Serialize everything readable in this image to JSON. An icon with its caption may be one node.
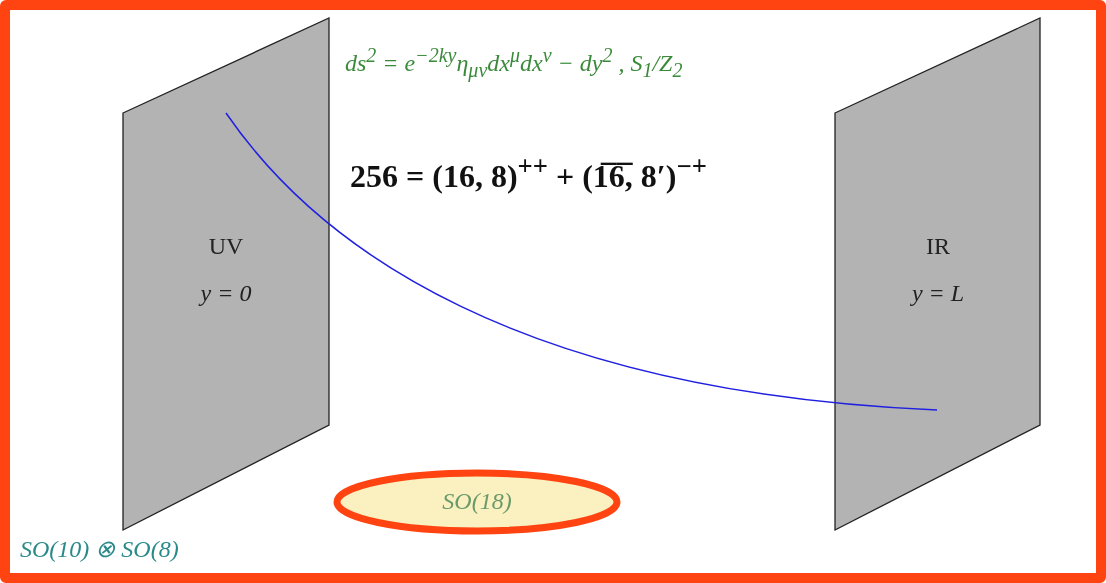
{
  "diagram": {
    "nodes": [
      {
        "text": [
          "UV",
          "y = 0"
        ]
      },
      {
        "text": [
          "IR",
          "y = L"
        ]
      },
      {
        "text": [
          "SO(18)"
        ]
      }
    ],
    "edges": [
      {
        "from": 0,
        "to": 1,
        "arrow": "none"
      }
    ],
    "labels": [
      "ds$^{2}$ = e$^{−2ky}$η$_{μν}$dx$^{μ}$dx$^{ν}$ − dy$^{2}$ ,    S$_{1}$/Z$_{2}$",
      "256 = (16, 8)$^{++}$ + (1̅6̅, 8′)$^{−+}$",
      "SO(10) ⊗ SO(8)"
    ]
  }
}
